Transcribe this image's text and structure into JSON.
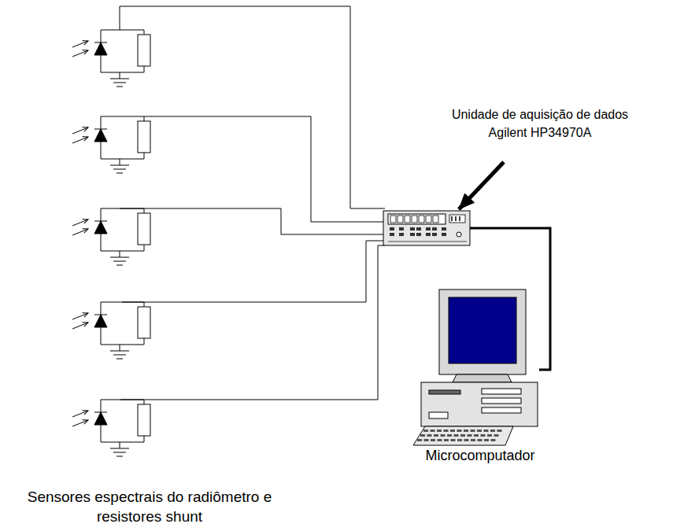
{
  "diagram": {
    "nodes": [
      {
        "text": [
          "Unidade de aquisição de dados Agilent HP34970A"
        ]
      },
      {
        "text": [
          "Microcomputador"
        ]
      }
    ],
    "edges": [
      {
        "from": 0,
        "to": 1,
        "arrow": "none"
      }
    ],
    "labels": [
      "Sensores espectrais do radiômetro e resistores shunt"
    ]
  }
}
